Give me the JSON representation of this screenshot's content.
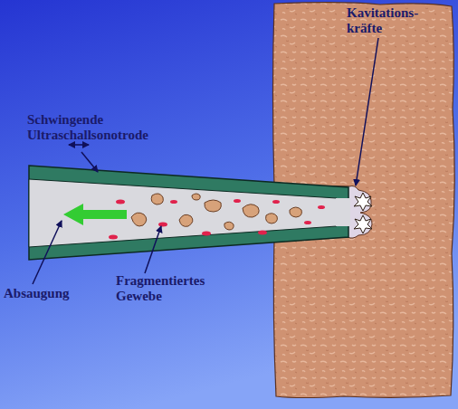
{
  "diagram": {
    "labels": [
      "Kavitations- kräfte",
      "Schwingende Ultraschallsonotrode",
      "Absaugung",
      "Fragmentiertes Gewebe"
    ]
  }
}
